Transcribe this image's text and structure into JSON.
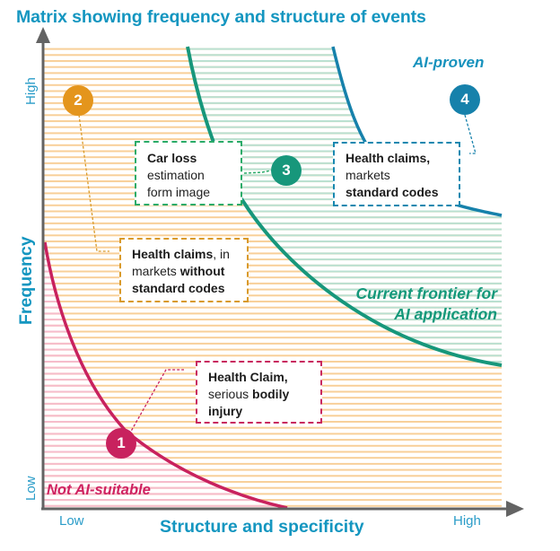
{
  "title": "Matrix showing frequency and structure of events",
  "axes": {
    "x_label": "Structure and specificity",
    "x_low": "Low",
    "x_high": "High",
    "y_label": "Frequency",
    "y_low": "Low",
    "y_high": "High"
  },
  "regions": {
    "ai_proven": "AI-proven",
    "frontier_line1": "Current frontier for",
    "frontier_line2": "AI application",
    "not_suitable": "Not AI-suitable"
  },
  "markers": [
    {
      "number": "1",
      "color": "#c8225e"
    },
    {
      "number": "2",
      "color": "#e4951c"
    },
    {
      "number": "3",
      "color": "#17977b"
    },
    {
      "number": "4",
      "color": "#1681ab"
    }
  ],
  "callouts": {
    "c1": {
      "bold1": "Health Claim,",
      "normal1": "serious",
      "bold2": "bodily",
      "bold3": "injury"
    },
    "c2": {
      "bold1": "Health claims",
      "normal1": ", in",
      "normal2": "markets",
      "bold2": "without",
      "bold3": "standard codes"
    },
    "c3": {
      "bold1": "Car loss",
      "normal1": "estimation",
      "normal2": "form image"
    },
    "c4": {
      "bold1": "Health claims,",
      "normal1": "markets",
      "bold2": "standard codes"
    }
  },
  "colors": {
    "title": "#1496c0",
    "not_suitable": "#c8225e",
    "mid_zone": "#f6c98a",
    "frontier": "#17977b",
    "proven": "#1681ab",
    "axis": "#636363"
  }
}
